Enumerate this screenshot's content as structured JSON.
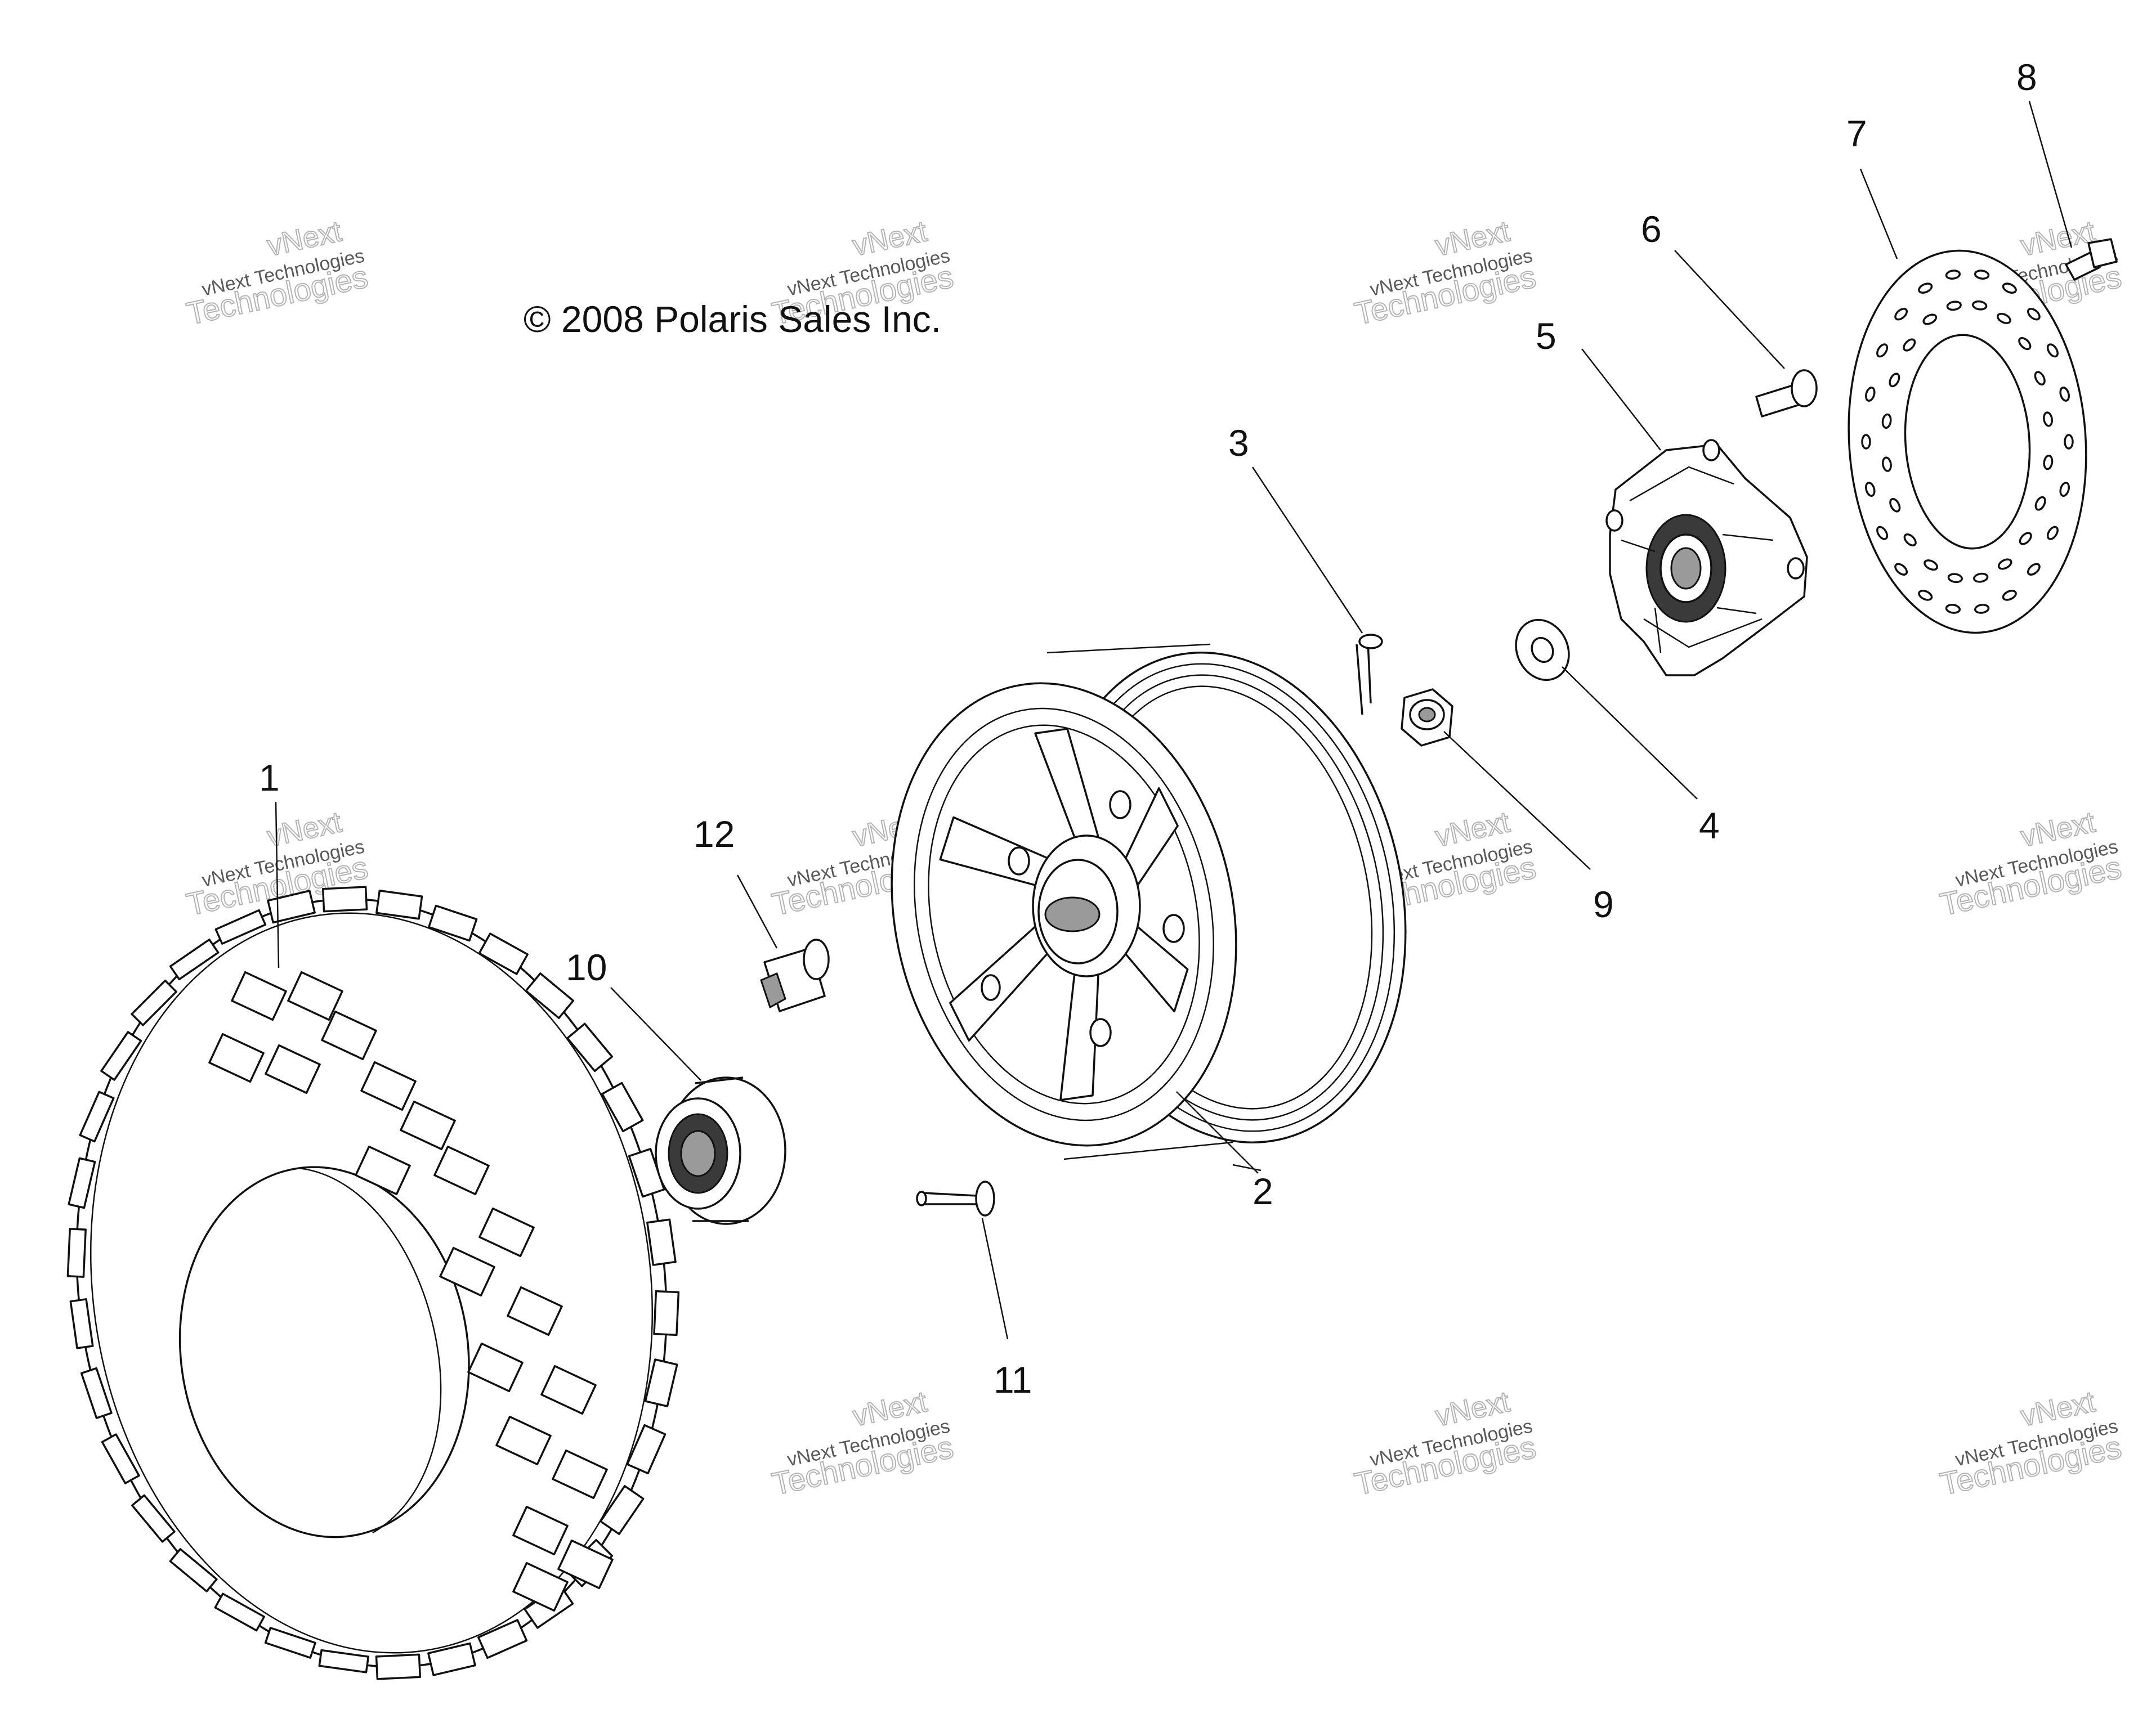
{
  "diagram": {
    "copyright": "© 2008 Polaris Sales Inc.",
    "callouts": [
      "1",
      "2",
      "3",
      "4",
      "5",
      "6",
      "7",
      "8",
      "9",
      "10",
      "11",
      "12"
    ],
    "watermark": {
      "line1": "vNext",
      "line2": "vNext Technologies",
      "line3": "Technologies"
    },
    "colors": {
      "ink": "#111111",
      "watermark": "#9a9a9a",
      "background": "#ffffff"
    }
  }
}
